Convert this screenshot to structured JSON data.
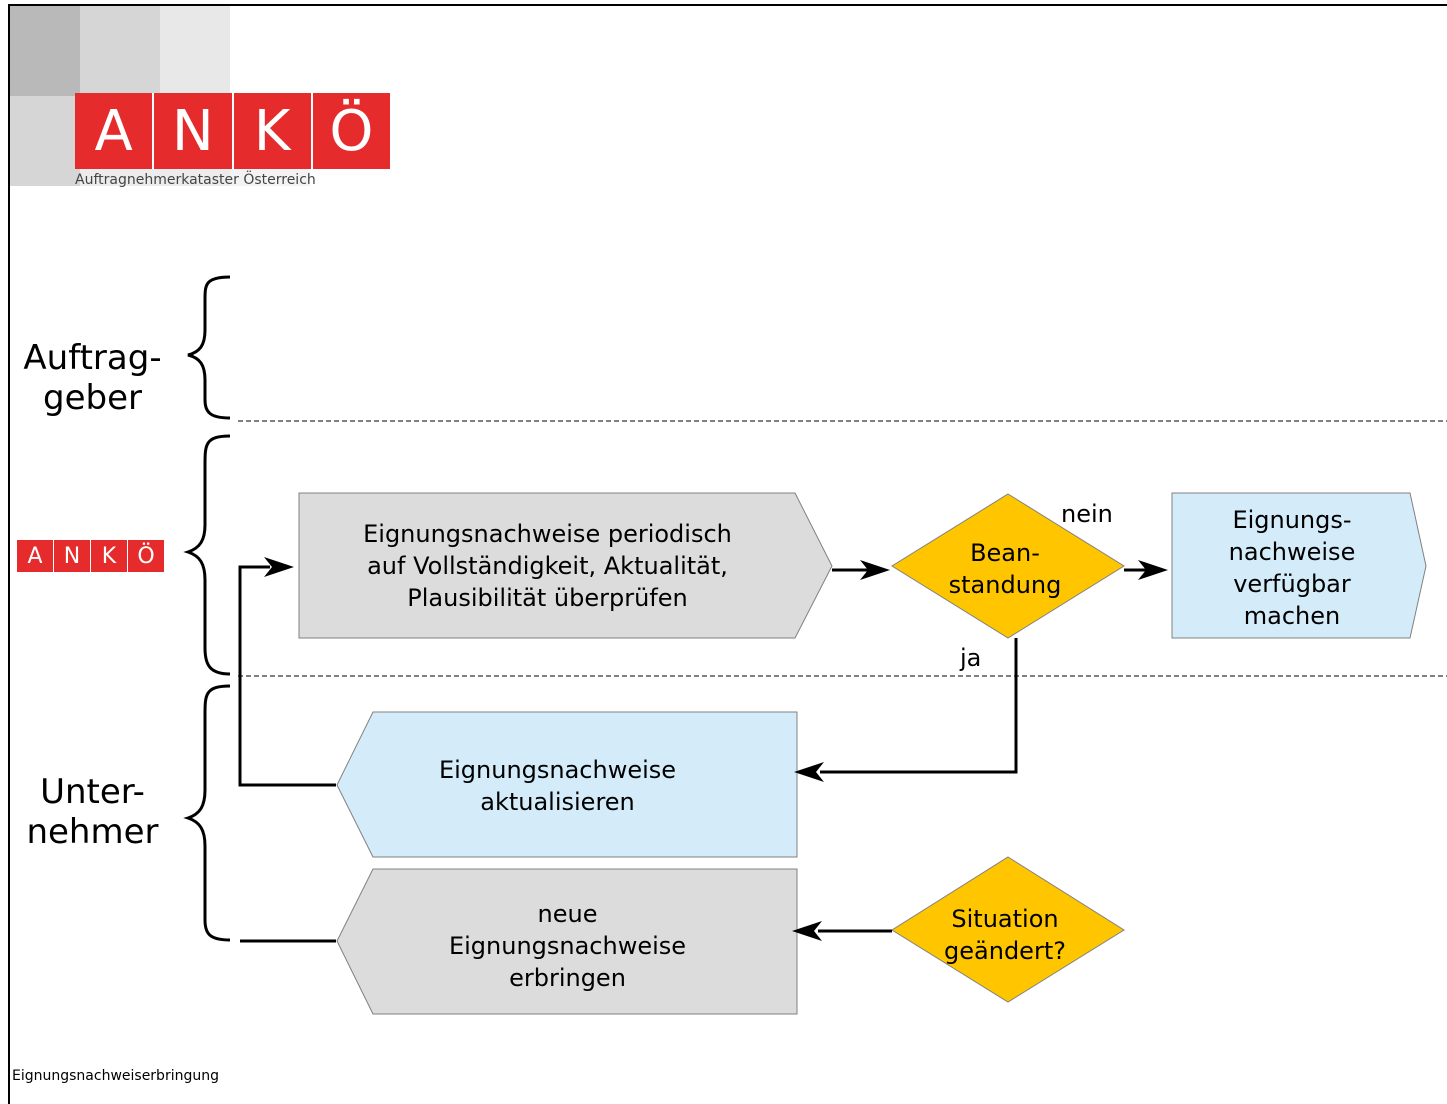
{
  "logo": {
    "letters": [
      "A",
      "N",
      "K",
      "Ö"
    ],
    "subtitle": "Auftragnehmerkataster Österreich"
  },
  "lanes": {
    "auftraggeber": "Auftrag-\ngeber",
    "unternehmer": "Unter-\nnehmer"
  },
  "nodes": {
    "pruefen": "Eignungsnachweise periodisch\nauf Vollständigkeit, Aktualität,\nPlausibilität überprüfen",
    "beanstandung": "Bean-\nstandung",
    "verfuegbar": "Eignungs-\nnachweise\nverfügbar\nmachen",
    "aktualisieren": "Eignungsnachweise\naktualisieren",
    "erbringen": "neue\nEignungsnachweise\nerbringen",
    "situation": "Situation\ngeändert?"
  },
  "edges": {
    "nein": "nein",
    "ja": "ja"
  },
  "footer": "Eignungsnachweiserbringung",
  "colors": {
    "logo_red": "#e52b2b",
    "gray_process": "#dcdcdc",
    "blue_process": "#d4ecfa",
    "decision": "#ffc600",
    "deco_gray": "#c8c8c8"
  }
}
